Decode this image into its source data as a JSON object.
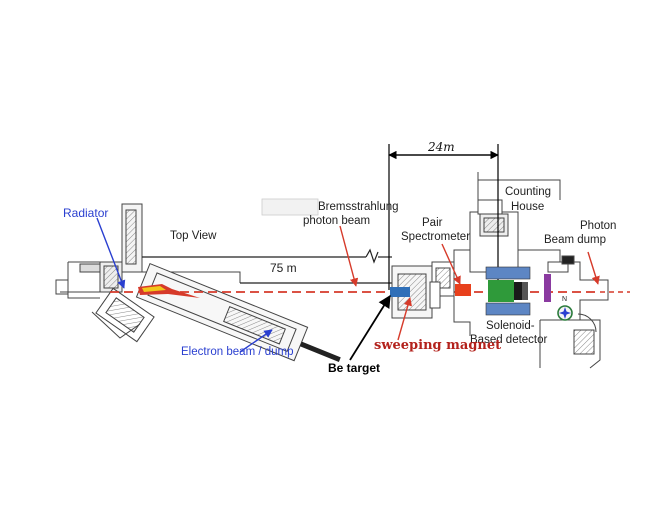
{
  "labels": {
    "distance_24m": "24m",
    "counting_house_line1": "Counting",
    "counting_house_line2": "House",
    "radiator": "Radiator",
    "bremsstrahlung_line1": "Bremsstrahlung",
    "bremsstrahlung_line2": "photon beam",
    "pair_spectrometer_line1": "Pair",
    "pair_spectrometer_line2": "Spectrometer",
    "photon_beam_dump_line1": "Photon",
    "photon_beam_dump_line2": "Beam dump",
    "top_view": "Top View",
    "distance_75m": "75 m",
    "compass_n": "N",
    "solenoid_line1": "Solenoid-",
    "solenoid_line2": "Based detector",
    "electron_beam_dump": "Electron beam / dump",
    "sweeping_magnet": "sweeping magnet",
    "be_target": "Be target"
  },
  "colors": {
    "label_blue": "#2a3fd0",
    "label_red": "#b3221c",
    "beam_red": "#d63a2a",
    "detector_blue": "#5d86c4",
    "detector_green": "#2f9a3a",
    "purple": "#8a3aa0",
    "orange_red": "#e8401c",
    "target_blue": "#2f6fb8",
    "yellow": "#f2c619"
  }
}
